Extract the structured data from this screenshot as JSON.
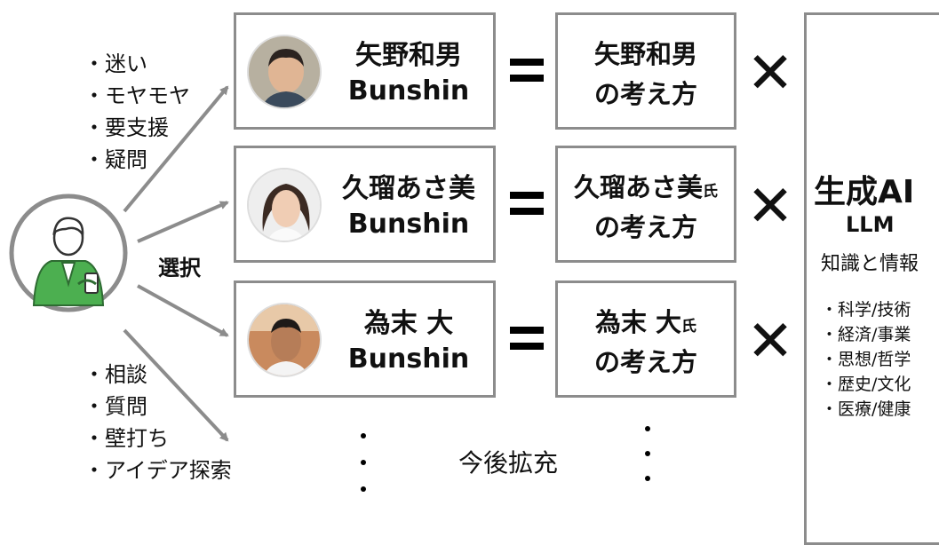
{
  "user_needs": [
    "・迷い",
    "・モヤモヤ",
    "・要支援",
    "・疑問"
  ],
  "user_uses": [
    "・相談",
    "・質問",
    "・壁打ち",
    "・アイデア探索"
  ],
  "select_label": "選択",
  "rows": [
    {
      "name": "矢野和男",
      "tag": "Bunshin",
      "think_line1": "矢野和男",
      "think_suffix": "",
      "think_line2": "の考え方"
    },
    {
      "name": "久瑠あさ美",
      "tag": "Bunshin",
      "think_line1": "久瑠あさ美",
      "think_suffix": "氏",
      "think_line2": "の考え方"
    },
    {
      "name": "為末 大",
      "tag": "Bunshin",
      "think_line1": "為末 大",
      "think_suffix": "氏",
      "think_line2": "の考え方"
    }
  ],
  "equals_symbol": "=",
  "times_symbol": "✕",
  "future_label": "今後拡充",
  "ai": {
    "title": "生成AI",
    "llm": "LLM",
    "subtitle": "知識と情報",
    "items": [
      "・科学/技術",
      "・経済/事業",
      "・思想/哲学",
      "・歴史/文化",
      "・医療/健康"
    ]
  },
  "colors": {
    "box_border": "#8c8c8c",
    "arrow": "#8c8c8c",
    "user_green": "#4caf50"
  }
}
